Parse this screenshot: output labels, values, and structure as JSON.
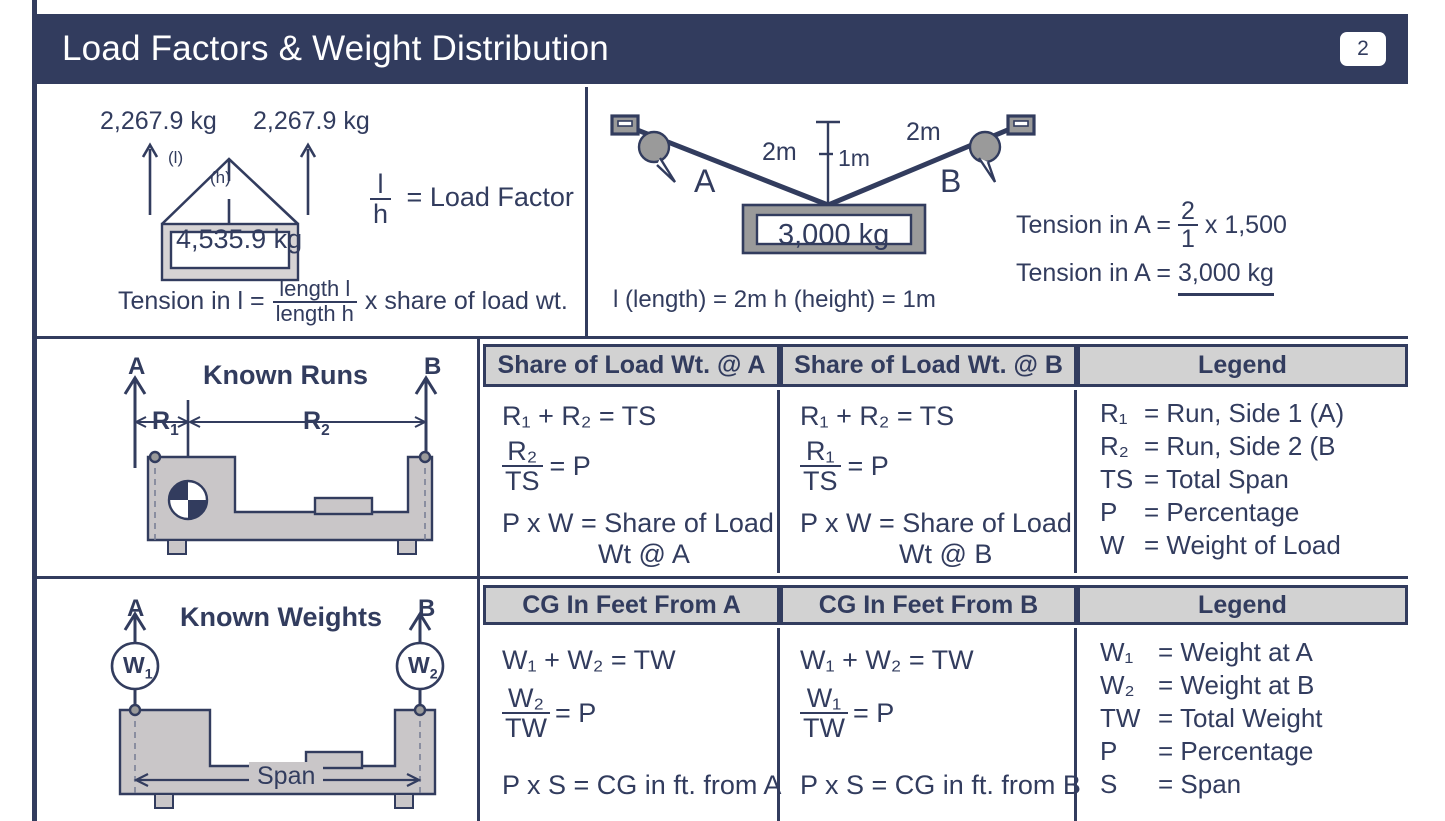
{
  "header": {
    "title": "Load Factors & Weight Distribution",
    "page_number": "2",
    "bg_color": "#323c5e",
    "text_color": "#ffffff"
  },
  "panel_load_factor": {
    "leg_weight_left": "2,267.9 kg",
    "leg_weight_right": "2,267.9 kg",
    "label_l": "(l)",
    "label_h": "(h)",
    "load_weight": "4,535.9 kg",
    "load_factor_num": "l",
    "load_factor_den": "h",
    "load_factor_text": "= Load Factor",
    "tension_prefix": "Tension in l =",
    "tension_num": "length l",
    "tension_den": "length h",
    "tension_suffix": "x share of load wt."
  },
  "panel_sling": {
    "dim_left": "2m",
    "dim_right": "2m",
    "dim_height": "1m",
    "leg_a": "A",
    "leg_b": "B",
    "load_weight": "3,000 kg",
    "given": "l (length) = 2m   h (height) = 1m",
    "tension_line1_prefix": "Tension in A =",
    "tension_line1_num": "2",
    "tension_line1_den": "1",
    "tension_line1_suffix": "x 1,500",
    "tension_line2_prefix": "Tension in A =",
    "tension_line2_value": "3,000 kg"
  },
  "diagram_known_runs": {
    "title": "Known Runs",
    "point_a": "A",
    "point_b": "B",
    "run_1": "R",
    "run_1_sub": "1",
    "run_2": "R",
    "run_2_sub": "2"
  },
  "diagram_known_weights": {
    "title": "Known Weights",
    "point_a": "A",
    "point_b": "B",
    "weight_1": "W",
    "weight_1_sub": "1",
    "weight_2": "W",
    "weight_2_sub": "2",
    "span_label": "Span"
  },
  "table_runs": {
    "headers": [
      "Share of Load Wt. @ A",
      "Share of Load Wt. @ B",
      "Legend"
    ],
    "col_a": {
      "line1": "R₁  + R₂  =  TS",
      "frac_num": "R₂",
      "frac_den": "TS",
      "frac_eq": "= P",
      "line3": "P x W = Share of Load",
      "line3b": "Wt @ A"
    },
    "col_b": {
      "line1": "R₁  + R₂  =  TS",
      "frac_num": "R₁",
      "frac_den": "TS",
      "frac_eq": "= P",
      "line3": "P x W = Share of Load",
      "line3b": "Wt @ B"
    },
    "legend": [
      {
        "symbol": "R₁",
        "definition": "=  Run, Side 1 (A)"
      },
      {
        "symbol": "R₂",
        "definition": "=  Run, Side 2 (B"
      },
      {
        "symbol": "TS",
        "definition": "= Total Span"
      },
      {
        "symbol": "P",
        "definition": "= Percentage"
      },
      {
        "symbol": "W",
        "definition": "= Weight of Load"
      }
    ]
  },
  "table_weights": {
    "headers": [
      "CG In Feet From A",
      "CG In Feet From B",
      "Legend"
    ],
    "col_a": {
      "line1": "W₁ + W₂  =  TW",
      "frac_num": "W₂",
      "frac_den": "TW",
      "frac_eq": "= P",
      "line3": "P x S = CG in ft. from A"
    },
    "col_b": {
      "line1": "W₁ + W₂  =  TW",
      "frac_num": "W₁",
      "frac_den": "TW",
      "frac_eq": "= P",
      "line3": "P x S = CG in ft. from B"
    },
    "legend": [
      {
        "symbol": "W₁",
        "definition": "= Weight at A"
      },
      {
        "symbol": "W₂",
        "definition": "= Weight at B"
      },
      {
        "symbol": "TW",
        "definition": "= Total Weight"
      },
      {
        "symbol": "P",
        "definition": "= Percentage"
      },
      {
        "symbol": "S",
        "definition": "= Span"
      }
    ]
  },
  "colors": {
    "navy": "#323c5e",
    "gray_header": "#d2d2d2",
    "gray_fill": "#c9c6c8",
    "white": "#ffffff"
  }
}
